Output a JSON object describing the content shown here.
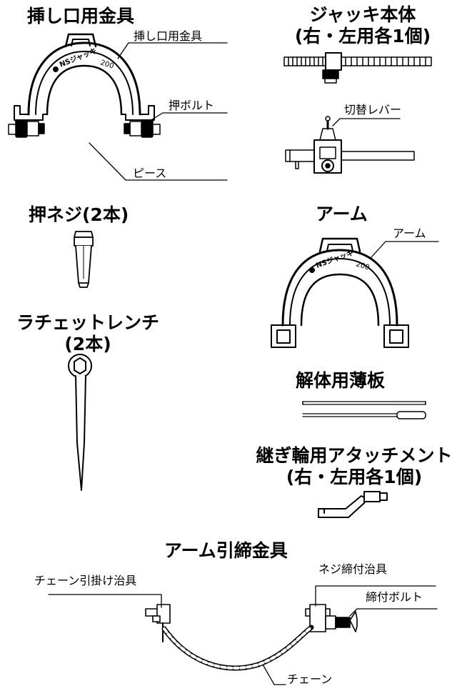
{
  "titles": {
    "socket_fitting": "挿し口用金具",
    "jack_body_1": "ジャッキ本体",
    "jack_body_2": "(右・左用各1個)",
    "push_screw": "押ネジ(2本)",
    "arm": "アーム",
    "ratchet_1": "ラチェットレンチ",
    "ratchet_2": "(2本)",
    "thin_plate": "解体用薄板",
    "attachment_1": "継ぎ輪用アタッチメント",
    "attachment_2": "(右・左用各1個)",
    "arm_fitting": "アーム引締金具"
  },
  "labels": {
    "socket_fitting": "挿し口用金具",
    "push_bolt": "押ボルト",
    "piece": "ピース",
    "switch_lever": "切替レバー",
    "arm": "アーム",
    "chain_hook_jig": "チェーン引掛け治具",
    "screw_jig": "ネジ締付治具",
    "tighten_bolt": "締付ボルト",
    "chain": "チェーン"
  },
  "markings": {
    "brand": "NSジャッキ",
    "size": "200"
  },
  "colors": {
    "ink": "#000000",
    "paper": "#ffffff"
  }
}
